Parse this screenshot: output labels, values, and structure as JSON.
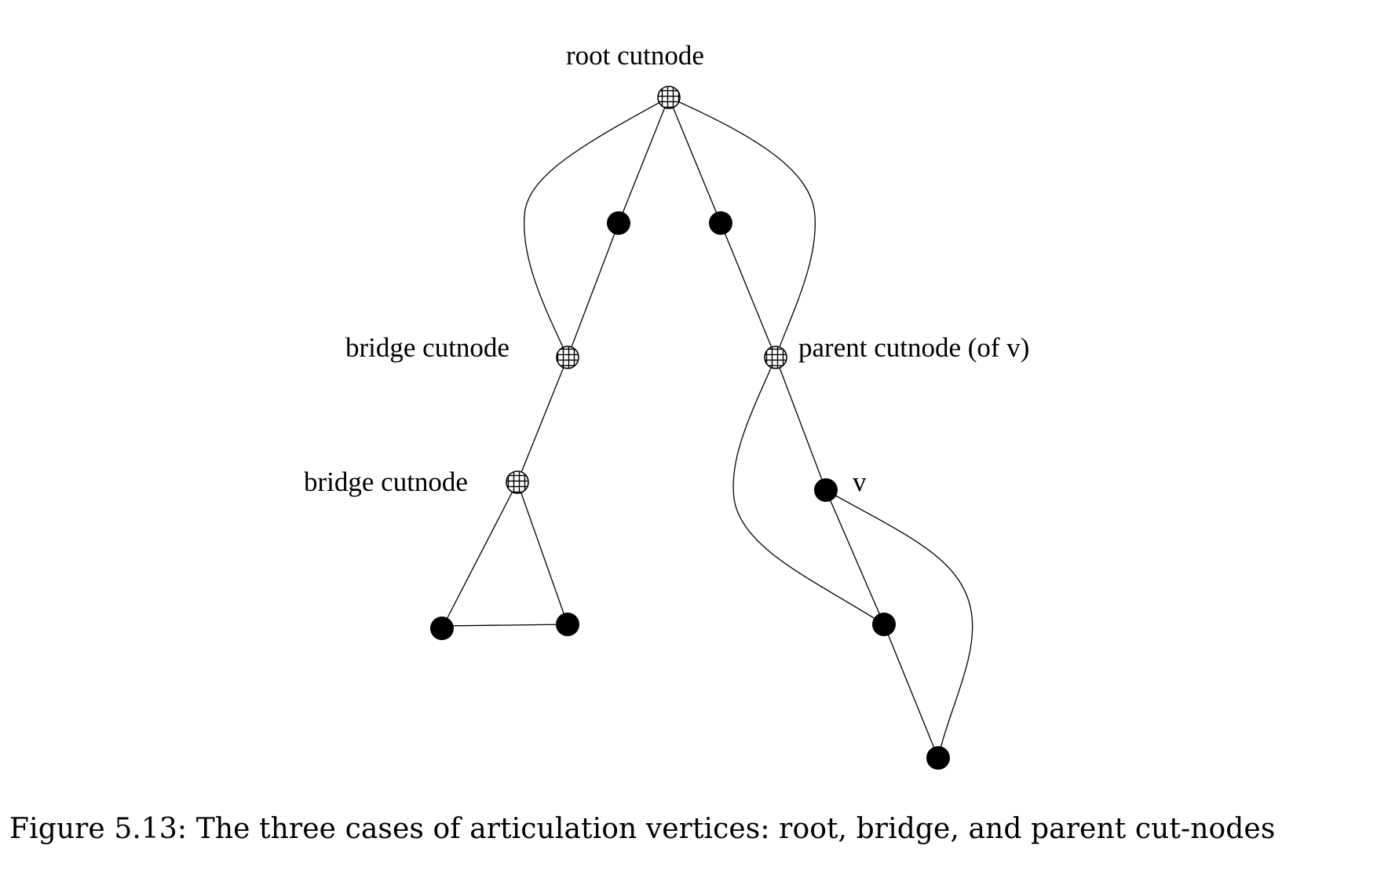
{
  "diagram": {
    "labels": {
      "root": "root cutnode",
      "bridge_upper": "bridge cutnode",
      "bridge_lower": "bridge cutnode",
      "parent": "parent cutnode (of v)",
      "v": "v"
    },
    "node_kinds": {
      "cutnode_style": "hatched-grid",
      "regular_style": "filled-black"
    }
  },
  "caption": {
    "text": "Figure 5.13: The three cases of articulation vertices: root, bridge, and parent cut-nodes"
  },
  "colors": {
    "ink": "#000000",
    "background": "#ffffff"
  }
}
